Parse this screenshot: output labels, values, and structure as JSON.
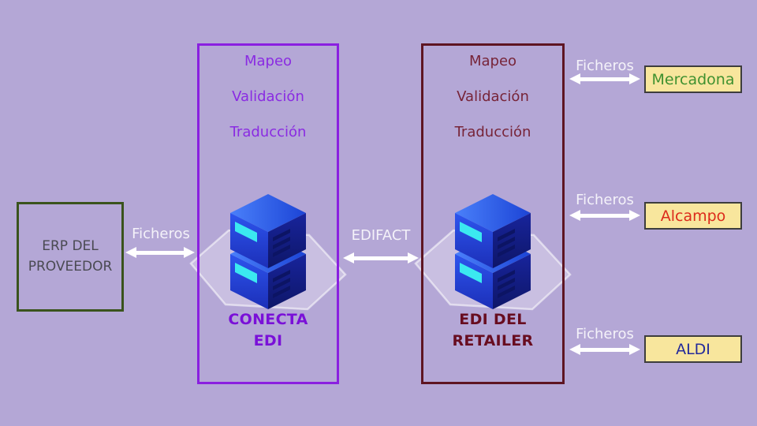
{
  "colors": {
    "background": "#b4a7d6",
    "erp_border": "#3a531d",
    "conecta_accent": "#8a1fe0",
    "conecta_text": "#8a2be2",
    "conecta_title": "#7a10d8",
    "retailer_accent": "#5e1522",
    "retailer_text": "#772438",
    "retailer_title": "#680d20",
    "chip_background": "#f8e69d",
    "chip_border": "#3d3d3d",
    "arrow": "#ffffff",
    "server_blue_top": "#4a80fa",
    "server_blue_deep": "#111b76",
    "server_cyan": "#3be9f0"
  },
  "erp": {
    "label": "ERP DEL\nPROVEEDOR"
  },
  "conecta": {
    "services": [
      "Mapeo",
      "Validación",
      "Traducción"
    ],
    "title": "CONECTA\nEDI"
  },
  "retailer_hub": {
    "services": [
      "Mapeo",
      "Validación",
      "Traducción"
    ],
    "title": "EDI DEL\nRETAILER"
  },
  "connections": {
    "erp_to_conecta": "Ficheros",
    "conecta_to_retailer": "EDIFACT",
    "to_mercadona": "Ficheros",
    "to_alcampo": "Ficheros",
    "to_aldi": "Ficheros"
  },
  "retailers": [
    {
      "name": "Mercadona",
      "color": "#3f9130"
    },
    {
      "name": "Alcampo",
      "color": "#dc2a1b"
    },
    {
      "name": "ALDI",
      "color": "#232a9b"
    }
  ],
  "icons": {
    "server": "server-stack-icon",
    "platform": "hexagon-platform"
  }
}
